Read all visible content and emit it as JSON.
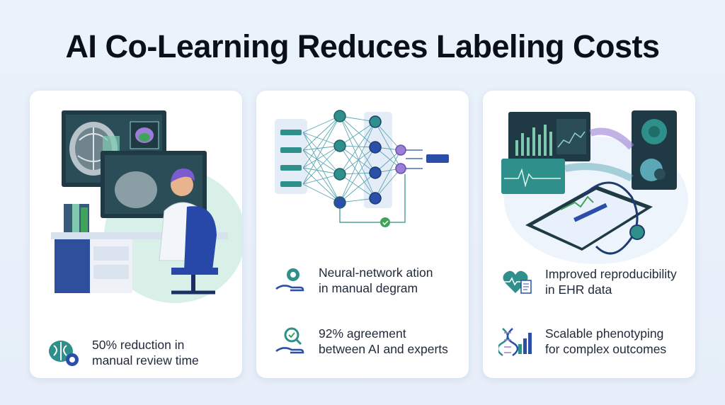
{
  "title": "AI Co-Learning Reduces Labeling Costs",
  "cards": [
    {
      "features": [
        {
          "icon": "brain-gear-icon",
          "text": "50% reduction in\nmanual review time"
        }
      ]
    },
    {
      "features": [
        {
          "icon": "hand-gear-icon",
          "text": "Neural-network ation\nin manual degram"
        },
        {
          "icon": "hand-magnifier-icon",
          "text": "92% agreement\nbetween AI and experts"
        }
      ]
    },
    {
      "features": [
        {
          "icon": "heart-document-icon",
          "text": "Improved reproducibility\nin EHR data"
        },
        {
          "icon": "dna-chart-icon",
          "text": "Scalable phenotyping\nfor complex outcomes"
        }
      ]
    }
  ],
  "colors": {
    "teal": "#2f8f8a",
    "navy": "#1e3a6e",
    "blue": "#2b4fa8",
    "green": "#3fa35a",
    "purple": "#7b5cc9"
  }
}
